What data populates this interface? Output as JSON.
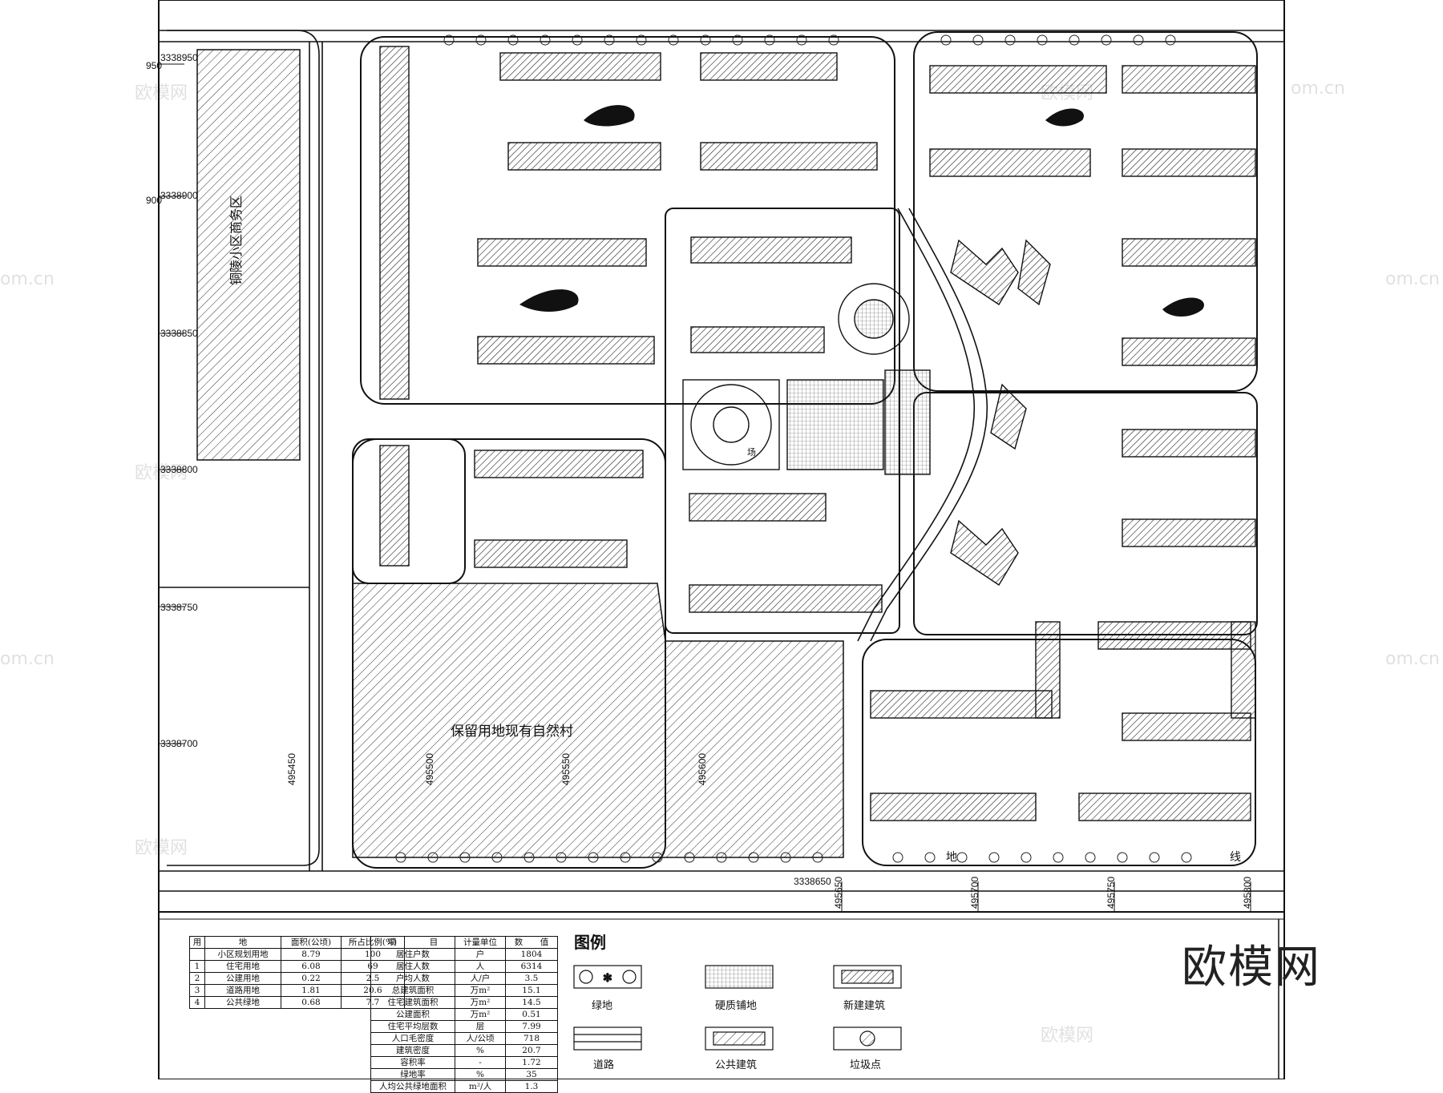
{
  "coords": {
    "north": [
      "3338950",
      "3338900",
      "3338850",
      "3338800",
      "3338750",
      "3338700",
      "3338650"
    ],
    "east": [
      "495450",
      "495500",
      "495550",
      "495600",
      "495650",
      "495700",
      "495750",
      "495800"
    ],
    "side": [
      "950",
      "900"
    ]
  },
  "labels": {
    "commercial_zone": "铜陵小区商务区",
    "reserved_village": "保留用地现有自然村",
    "boundary_left": "地",
    "boundary_right": "线",
    "plaza": "场"
  },
  "land_table": {
    "headers": [
      "用",
      "地",
      "面积(公顷)",
      "所占比例(%)"
    ],
    "rows": [
      [
        "",
        "小区规划用地",
        "8.79",
        "100"
      ],
      [
        "1",
        "住宅用地",
        "6.08",
        "69"
      ],
      [
        "2",
        "公建用地",
        "0.22",
        "2.5"
      ],
      [
        "3",
        "道路用地",
        "1.81",
        "20.6"
      ],
      [
        "4",
        "公共绿地",
        "0.68",
        "7.7"
      ]
    ]
  },
  "tech_table": {
    "headers": [
      "项",
      "目",
      "计量单位",
      "数",
      "值"
    ],
    "rows": [
      [
        "居住户数",
        "户",
        "1804"
      ],
      [
        "居住人数",
        "人",
        "6314"
      ],
      [
        "户均人数",
        "人/户",
        "3.5"
      ],
      [
        "总建筑面积",
        "万m²",
        "15.1"
      ],
      [
        "住宅建筑面积",
        "万m²",
        "14.5"
      ],
      [
        "公建面积",
        "万m²",
        "0.51"
      ],
      [
        "住宅平均层数",
        "层",
        "7.99"
      ],
      [
        "人口毛密度",
        "人/公顷",
        "718"
      ],
      [
        "建筑密度",
        "%",
        "20.7"
      ],
      [
        "容积率",
        "-",
        "1.72"
      ],
      [
        "绿地率",
        "%",
        "35"
      ],
      [
        "人均公共绿地面积",
        "m²/人",
        "1.3"
      ]
    ]
  },
  "legend": {
    "title": "图例",
    "items": [
      "绿地",
      "硬质铺地",
      "新建建筑",
      "道路",
      "公共建筑",
      "垃圾点"
    ]
  },
  "watermark": {
    "brand": "欧模网",
    "small": "欧模网",
    "domain": "om.cn"
  }
}
